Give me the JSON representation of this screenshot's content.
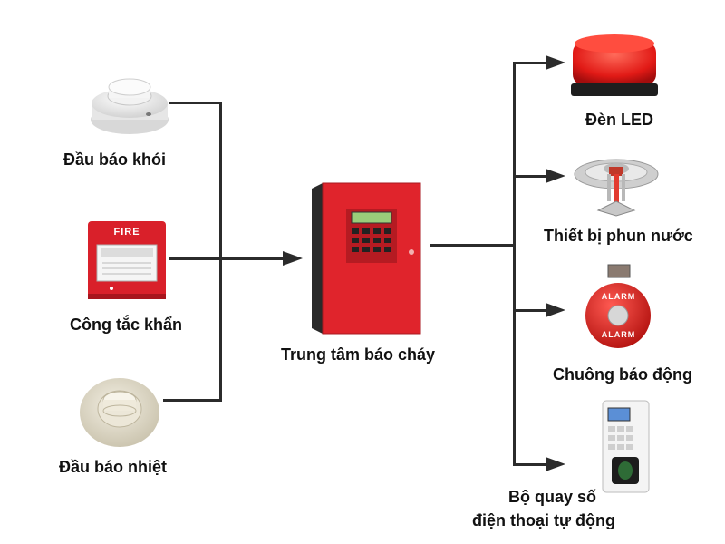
{
  "inputs": {
    "smoke_detector": "Đầu báo khói",
    "manual_call_point": "Công tắc khẩn",
    "manual_call_point_sign": "FIRE",
    "heat_detector": "Đầu báo nhiệt"
  },
  "center": {
    "panel_label": "Trung tâm báo cháy"
  },
  "outputs": {
    "led": "Đèn LED",
    "sprinkler": "Thiết bị phun nước",
    "bell": "Chuông báo động",
    "bell_text": "ALARM",
    "dialer_line1": "Bộ quay số",
    "dialer_line2": "điện thoại tự động"
  },
  "colors": {
    "red": "#d9202a",
    "line": "#2b2b2b"
  }
}
